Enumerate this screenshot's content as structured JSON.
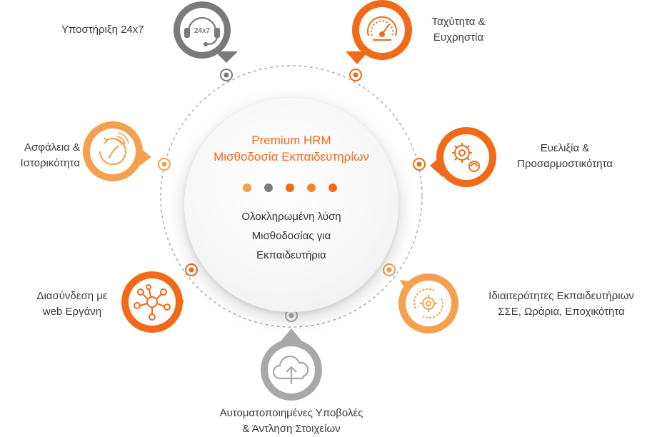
{
  "center": {
    "title_line1": "Premium HRM",
    "title_line2": "Μισθοδοσία Εκπαιδευτηρίων",
    "desc_line1": "Ολοκληρωμένη λύση",
    "desc_line2": "Μισθοδοσίας για",
    "desc_line3": "Εκπαιδευτήρια",
    "dot_colors": [
      "#f5a04e",
      "#7d7d7d",
      "#f06a18",
      "#f5842a",
      "#f06a18"
    ]
  },
  "features": [
    {
      "line1": "Υποστήριξη 24x7",
      "line2": "",
      "icon": "headset-icon",
      "icon_text": "24x7",
      "color": "#7a7a7a"
    },
    {
      "line1": "Ταχύτητα &",
      "line2": "Ευχρηστία",
      "icon": "speedometer-icon",
      "color": "#f06a18"
    },
    {
      "line1": "Ευελιξία &",
      "line2": "Προσαρμοστικότητα",
      "icon": "gears-icon",
      "color": "#f06a18"
    },
    {
      "line1": "Ιδιαιτερότητες Εκπαιδευτήριων",
      "line2": "ΣΣΕ, Ωράρια, Εποχικότητα",
      "icon": "gear-cycle-icon",
      "color": "#f5a04e"
    },
    {
      "line1": "Αυτοματοποιημένες Υποβολές",
      "line2": "& Άντληση Στοιχείων",
      "icon": "cloud-upload-icon",
      "color": "#a8a8a8"
    },
    {
      "line1": "Διασύνδεση με",
      "line2": "web Εργάνη",
      "icon": "network-icon",
      "color": "#f06a18"
    },
    {
      "line1": "Ασφάλεια &",
      "line2": "Ιστορικότητα",
      "icon": "history-icon",
      "color": "#f5a04e"
    }
  ]
}
